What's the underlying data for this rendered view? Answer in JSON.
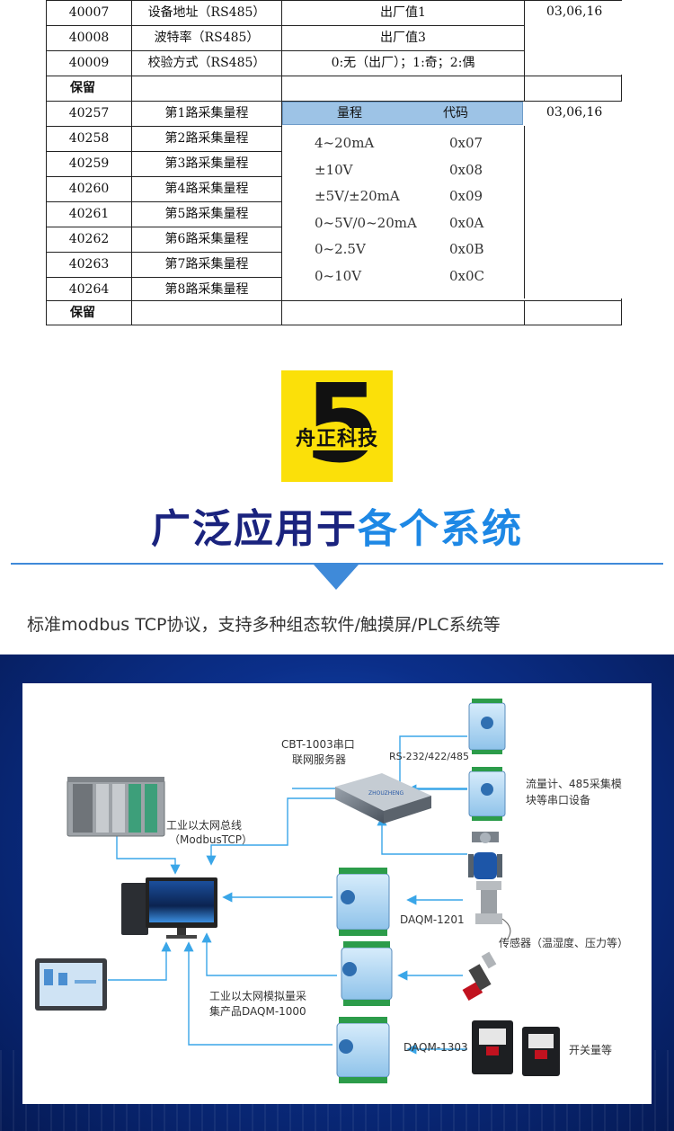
{
  "table": {
    "rows": [
      {
        "addr": "40007",
        "name": "设备地址（RS485）",
        "value": "出厂值1",
        "fn": "03,06,16"
      },
      {
        "addr": "40008",
        "name": "波特率（RS485）",
        "value": "出厂值3",
        "fn": ""
      },
      {
        "addr": "40009",
        "name": "校验方式（RS485）",
        "value": "0:无（出厂）；1:奇；2:偶",
        "fn": ""
      },
      {
        "addr": "保留",
        "name": "",
        "value": "",
        "fn": ""
      },
      {
        "addr": "40257",
        "name": "第1路采集量程",
        "value": "",
        "fn": "03,06,16"
      },
      {
        "addr": "40258",
        "name": "第2路采集量程",
        "value": "",
        "fn": ""
      },
      {
        "addr": "40259",
        "name": "第3路采集量程",
        "value": "",
        "fn": ""
      },
      {
        "addr": "40260",
        "name": "第4路采集量程",
        "value": "",
        "fn": ""
      },
      {
        "addr": "40261",
        "name": "第5路采集量程",
        "value": "",
        "fn": ""
      },
      {
        "addr": "40262",
        "name": "第6路采集量程",
        "value": "",
        "fn": ""
      },
      {
        "addr": "40263",
        "name": "第7路采集量程",
        "value": "",
        "fn": ""
      },
      {
        "addr": "40264",
        "name": "第8路采集量程",
        "value": "",
        "fn": ""
      },
      {
        "addr": "保留",
        "name": "",
        "value": "",
        "fn": ""
      }
    ],
    "range_header": {
      "range": "量程",
      "code": "代码"
    },
    "ranges": [
      {
        "range": "4~20mA",
        "code": "0x07"
      },
      {
        "range": "±10V",
        "code": "0x08"
      },
      {
        "range": "±5V/±20mA",
        "code": "0x09"
      },
      {
        "range": "0~5V/0~20mA",
        "code": "0x0A"
      },
      {
        "range": "0~2.5V",
        "code": "0x0B"
      },
      {
        "range": "0~10V",
        "code": "0x0C"
      }
    ]
  },
  "logo": {
    "numeral": "5",
    "text": "舟正科技",
    "color": "#fbe009"
  },
  "headline": {
    "part1": "广泛应用于",
    "part2": "各个系统",
    "color1": "#1a237e",
    "color2": "#1e88e5"
  },
  "subtitle": "标准modbus TCP协议，支持多种组态软件/触摸屏/PLC系统等",
  "diagram": {
    "server_label": "CBT-1003串口联网服务器",
    "server_label_line1": "CBT-1003串口",
    "server_label_line2": "联网服务器",
    "rs_label": "RS-232/422/485",
    "serial_devices": "流量计、485采集模块等串口设备",
    "serial_devices_line1": "流量计、485采集模",
    "serial_devices_line2": "块等串口设备",
    "bus_label_line1": "工业以太网总线",
    "bus_label_line2": "（ModbusTCP）",
    "daqm1201": "DAQM-1201",
    "sensor_label": "传感器（温湿度、压力等）",
    "analog_label_line1": "工业以太网模拟量采",
    "analog_label_line2": "集产品DAQM-1000",
    "daqm1303": "DAQM-1303",
    "switch_label": "开关量等",
    "arrow_color": "#3aa6e8"
  }
}
